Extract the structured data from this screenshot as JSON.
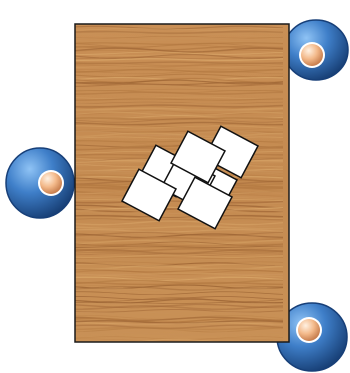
{
  "game": {
    "table": {
      "material": "wood",
      "grain_colors": [
        "#c89158",
        "#b47a42",
        "#d9a669",
        "#9e6535"
      ],
      "border_color": "#1a1a1a"
    },
    "players": [
      {
        "seat": "top-right",
        "icon": "player-token-icon"
      },
      {
        "seat": "left",
        "icon": "player-token-icon"
      },
      {
        "seat": "bottom-right",
        "icon": "player-token-icon"
      }
    ],
    "player_token_colors": {
      "ring_dark": "#1f4f8f",
      "ring_light": "#5e9fe6",
      "center": "#f3b98a",
      "center_highlight": "#ffe6cf"
    },
    "cards": {
      "count": 7,
      "face": "blank",
      "color": "#ffffff",
      "edge": "#111111"
    }
  }
}
